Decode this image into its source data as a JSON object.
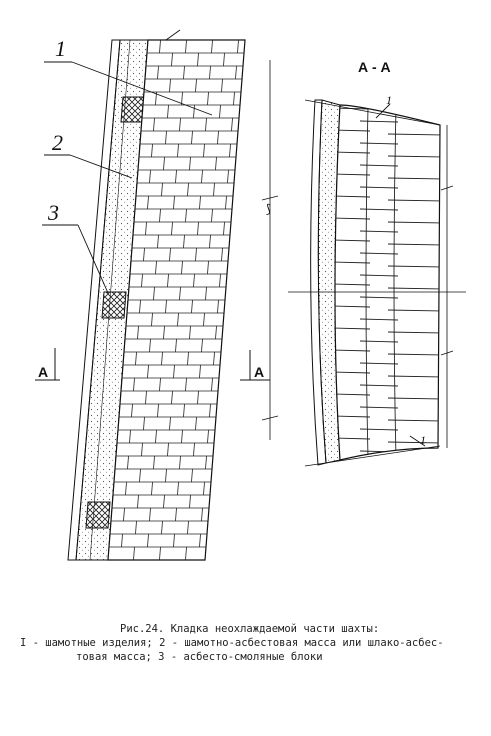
{
  "labels": {
    "l1": "1",
    "l2": "2",
    "l3": "3",
    "m1": "1",
    "m2": "1"
  },
  "section": {
    "marker_left": "А",
    "marker_right": "А",
    "title": "А - А"
  },
  "caption": {
    "title": "Рис.24. Кладка неохлаждаемой части шахты:",
    "line2": "I - шамотные изделия; 2 - шамотно-асбестовая масса или шлако-асбес-",
    "line3": "товая масса; 3 - асбесто-смоляные блоки"
  },
  "colors": {
    "ink": "#1a1a1a",
    "paper": "#ffffff",
    "fill": "#f3f3f3"
  }
}
